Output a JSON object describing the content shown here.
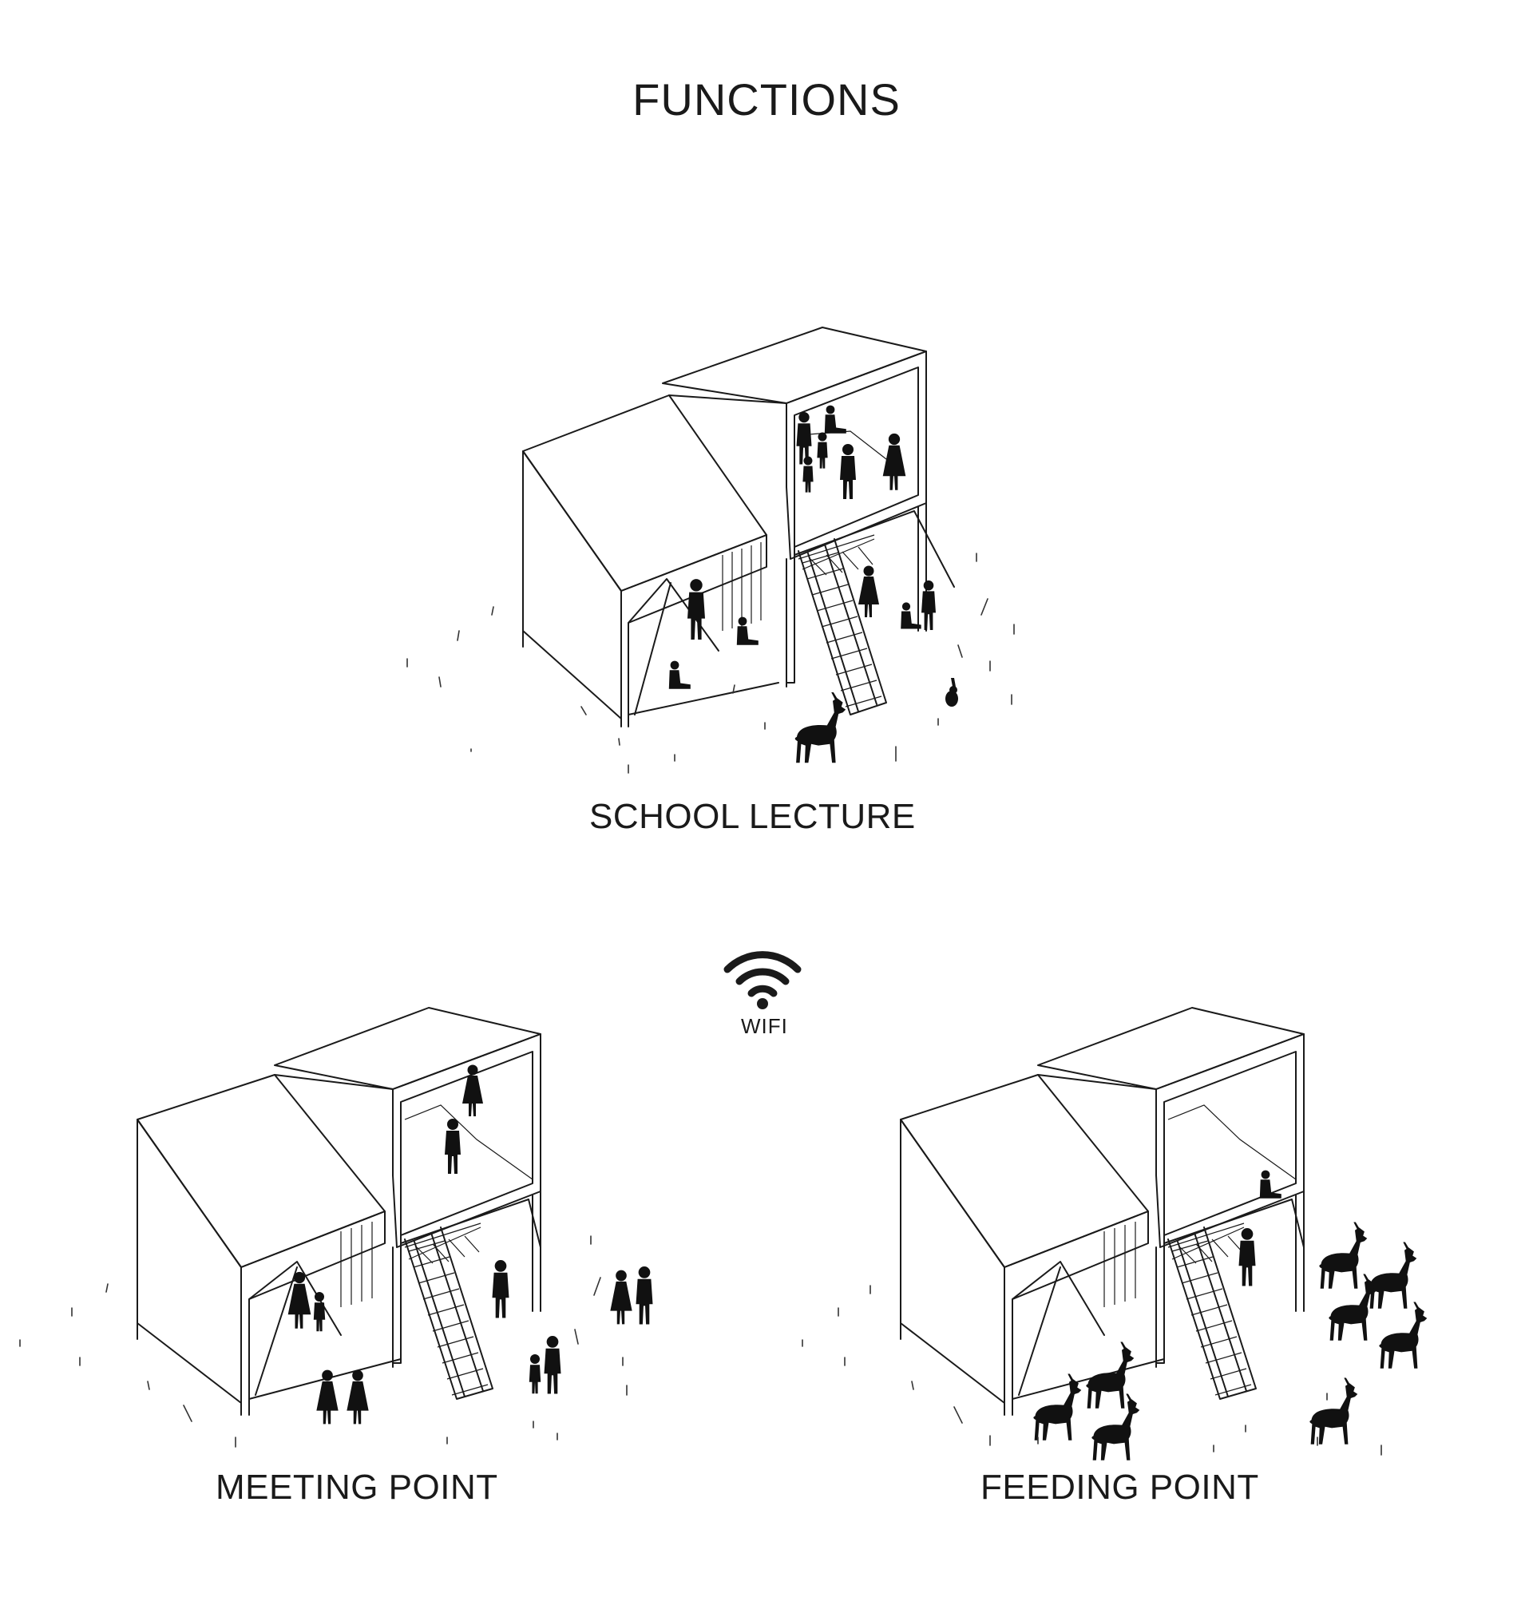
{
  "title": "FUNCTIONS",
  "scenes": [
    {
      "label": "SCHOOL LECTURE"
    },
    {
      "label": "MEETING POINT"
    },
    {
      "label": "FEEDING POINT"
    }
  ],
  "wifi": {
    "label": "WIFI",
    "icon": "wifi-icon"
  }
}
